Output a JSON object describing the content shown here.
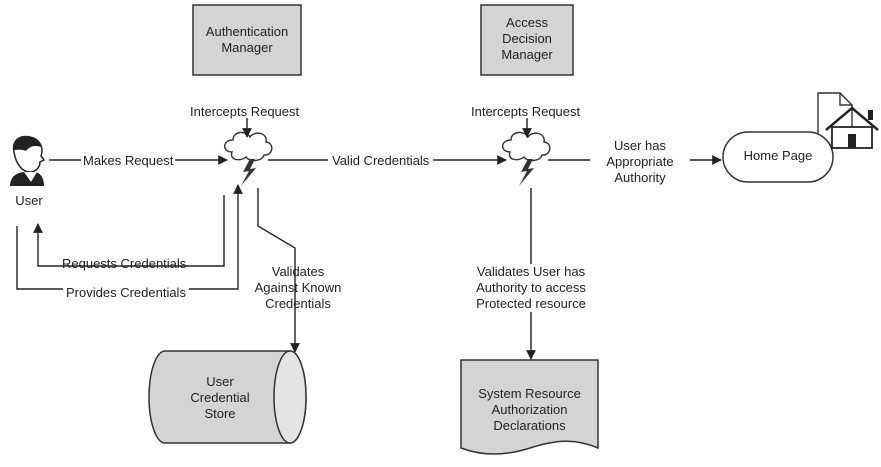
{
  "nodes": {
    "user": "User",
    "authentication_manager": [
      "Authentication",
      "Manager"
    ],
    "access_decision_manager": [
      "Access",
      "Decision",
      "Manager"
    ],
    "home_page": "Home Page",
    "user_credential_store": [
      "User",
      "Credential",
      "Store"
    ],
    "system_resource_declarations": [
      "System Resource",
      "Authorization",
      "Declarations"
    ]
  },
  "edges": {
    "makes_request": "Makes Request",
    "intercepts_request_1": "Intercepts Request",
    "intercepts_request_2": "Intercepts Request",
    "valid_credentials": "Valid Credentials",
    "requests_credentials": "Requests Credentials",
    "provides_credentials": "Provides Credentials",
    "validates_known": [
      "Validates",
      "Against Known",
      "Credentials"
    ],
    "user_has_authority": [
      "User has",
      "Appropriate",
      "Authority"
    ],
    "validates_authority": [
      "Validates User has",
      "Authority to access",
      "Protected resource"
    ]
  },
  "colors": {
    "box_fill": "#d4d4d4",
    "stroke": "#333333",
    "background": "#ffffff"
  }
}
